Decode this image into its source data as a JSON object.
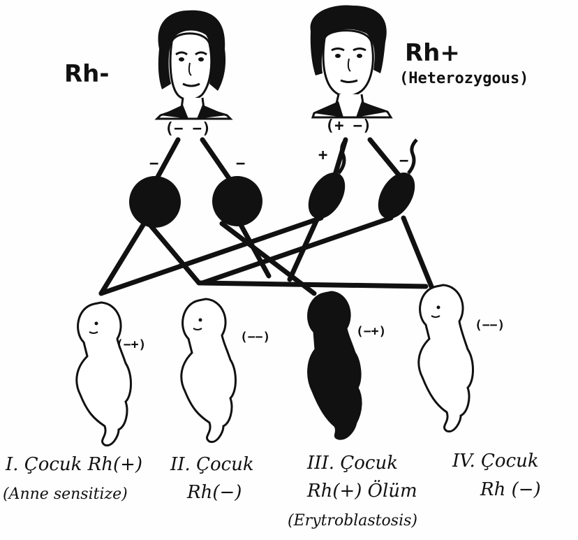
{
  "mother": {
    "label": "Rh-",
    "genotype": "(− −)"
  },
  "father": {
    "label": "Rh+",
    "note": "(Heterozygous)",
    "genotype": "(+ −)"
  },
  "gametes": [
    {
      "sign": "−",
      "kind": "egg"
    },
    {
      "sign": "−",
      "kind": "egg"
    },
    {
      "sign": "+",
      "kind": "sperm"
    },
    {
      "sign": "−",
      "kind": "sperm"
    }
  ],
  "children": [
    {
      "genotype": "(−+)",
      "line1": "I. Çocuk Rh(+)",
      "line2": "(Anne sensitize)",
      "line3": "",
      "fill": "#ffffff"
    },
    {
      "genotype": "(−−)",
      "line1": "II. Çocuk",
      "line2": "Rh(−)",
      "line3": "",
      "fill": "#ffffff"
    },
    {
      "genotype": "(−+)",
      "line1": "III. Çocuk",
      "line2": "Rh(+) Ölüm",
      "line3": "(Erytroblastosis)",
      "fill": "#111111"
    },
    {
      "genotype": "(−−)",
      "line1": "IV. Çocuk",
      "line2": "Rh (−)",
      "line3": "",
      "fill": "#ffffff"
    }
  ]
}
